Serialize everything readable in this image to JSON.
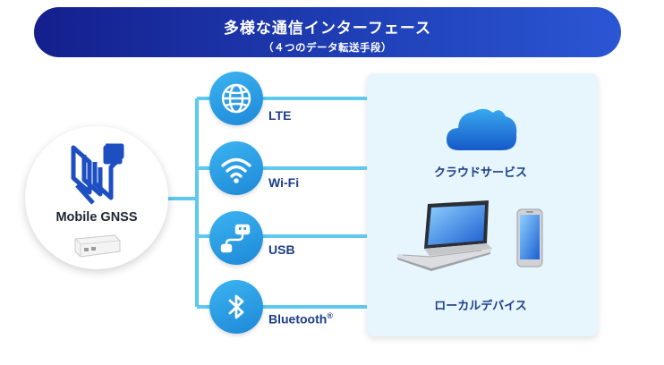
{
  "header": {
    "title": "多様な通信インターフェース",
    "subtitle": "（４つのデータ転送手段）"
  },
  "hub": {
    "label": "Mobile GNSS"
  },
  "connections": [
    {
      "label": "LTE",
      "icon": "globe-icon"
    },
    {
      "label": "Wi-Fi",
      "icon": "wifi-icon"
    },
    {
      "label": "USB",
      "icon": "usb-icon"
    },
    {
      "label": "Bluetooth",
      "sup": "®",
      "icon": "bluetooth-icon"
    }
  ],
  "destinations": {
    "cloud_label": "クラウドサービス",
    "local_label": "ローカルデバイス"
  },
  "colors": {
    "banner": "#1f3fb6",
    "line": "#5ec8ee",
    "icon": "#2a9be6",
    "panel": "#e6f6fc",
    "text": "#1c3d8a"
  }
}
